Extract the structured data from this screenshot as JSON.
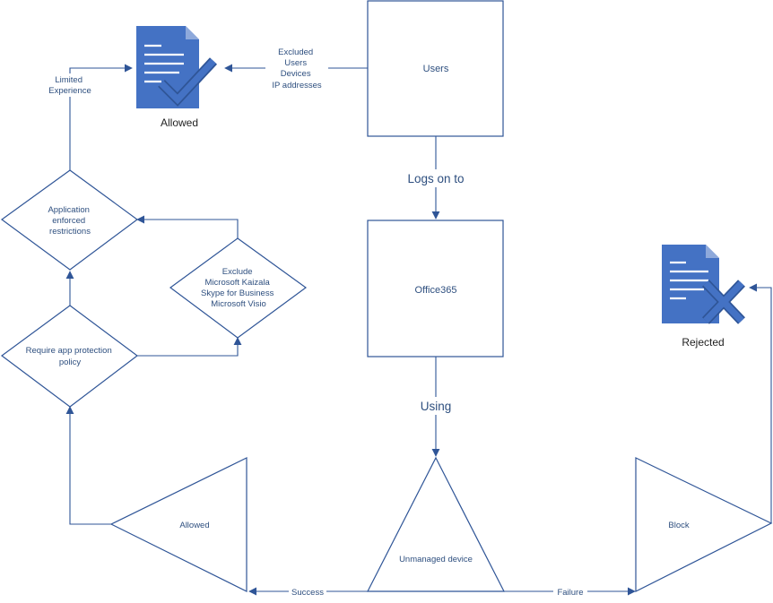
{
  "nodes": {
    "users": "Users",
    "office365": "Office365",
    "unmanaged_device": "Unmanaged device",
    "block": "Block",
    "allowed_triangle": "Allowed",
    "require_policy": [
      "Require app protection",
      "policy"
    ],
    "app_enforced": [
      "Application",
      "enforced",
      "restrictions"
    ],
    "exclude": [
      "Exclude",
      "Microsoft Kaizala",
      "Skype for Business",
      "Microsoft Visio"
    ]
  },
  "icons": {
    "allowed_label": "Allowed",
    "rejected_label": "Rejected",
    "allowed_icon": "document-check-icon",
    "rejected_icon": "document-cross-icon"
  },
  "edges": {
    "logs_on_to": "Logs on to",
    "using": "Using",
    "success": "Success",
    "failure": "Failure",
    "limited_experience": [
      "Limited",
      "Experience"
    ],
    "excluded": [
      "Excluded",
      "Users",
      "Devices",
      "IP addresses"
    ]
  },
  "colors": {
    "stroke": "#2f5597",
    "icon_fill": "#4472c4",
    "text": "#2e4f7f"
  }
}
